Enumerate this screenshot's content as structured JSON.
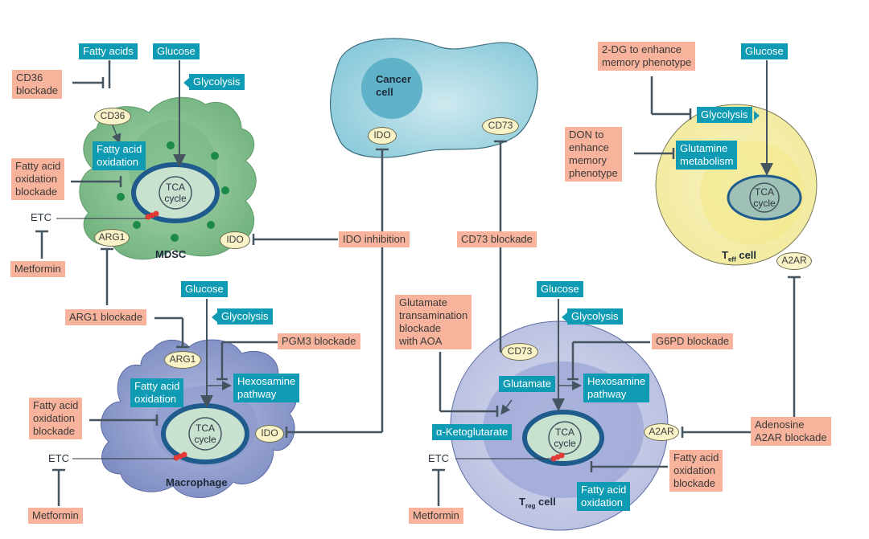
{
  "figure": {
    "colors": {
      "metabolite_box": "#0e9bb3",
      "therapy_box": "#f7b39b",
      "receptor_oval": "#fbf3c8",
      "connector": "#455560",
      "mdsc_cell": "#7fbf8a",
      "cancer_cell": "#a9d8e3",
      "macrophage_cell": "#8e9ccc",
      "treg_cell": "#c4c9e6",
      "teff_cell": "#f6f0b3",
      "mitochondrion": "#1f5b8c",
      "etc_complex": "#e53935"
    }
  },
  "cells": {
    "mdsc": {
      "name": "MDSC",
      "metabolites": {
        "fatty_acids": "Fatty acids",
        "glucose": "Glucose",
        "glycolysis": "Glycolysis",
        "fao": "Fatty acid\noxidation"
      },
      "receptors": {
        "cd36": "CD36",
        "arg1": "ARG1",
        "ido": "IDO"
      },
      "tca": "TCA\ncycle",
      "etc": "ETC",
      "therapies": {
        "cd36": "CD36\nblockade",
        "fao": "Fatty acid\noxidation\nblockade",
        "metformin": "Metformin"
      }
    },
    "cancer": {
      "name": "Cancer\ncell",
      "receptors": {
        "ido": "IDO",
        "cd73": "CD73"
      }
    },
    "teff": {
      "name": "T",
      "name_sub": "eff",
      "name_suffix": " cell",
      "metabolites": {
        "glucose": "Glucose",
        "glycolysis": "Glycolysis",
        "glutamine": "Glutamine\nmetabolism"
      },
      "receptors": {
        "a2ar": "A2AR"
      },
      "tca": "TCA\ncycle",
      "therapies": {
        "twodg": "2-DG to enhance\nmemory phenotype",
        "don": "DON to\nenhance\nmemory\nphenotype"
      }
    },
    "macrophage": {
      "name": "Macrophage",
      "metabolites": {
        "glucose": "Glucose",
        "glycolysis": "Glycolysis",
        "hexosamine": "Hexosamine\npathway",
        "fao": "Fatty acid\noxidation"
      },
      "receptors": {
        "arg1": "ARG1",
        "ido": "IDO"
      },
      "tca": "TCA\ncycle",
      "etc": "ETC",
      "therapies": {
        "arg1": "ARG1 blockade",
        "pgm3": "PGM3 blockade",
        "fao": "Fatty acid\noxidation\nblockade",
        "metformin": "Metformin"
      }
    },
    "treg": {
      "name": "T",
      "name_sub": "reg",
      "name_suffix": " cell",
      "metabolites": {
        "glucose": "Glucose",
        "glycolysis": "Glycolysis",
        "hexosamine": "Hexosamine\npathway",
        "glutamate": "Glutamate",
        "akg": "α-Ketoglutarate",
        "fao": "Fatty acid\noxidation"
      },
      "receptors": {
        "cd73": "CD73",
        "a2ar": "A2AR"
      },
      "tca": "TCA\ncycle",
      "etc": "ETC",
      "therapies": {
        "aoa": "Glutamate\ntransamination\nblockade\nwith AOA",
        "g6pd": "G6PD blockade",
        "fao": "Fatty acid\noxidation\nblockade",
        "adenosine": "Adenosine\nA2AR blockade",
        "metformin": "Metformin"
      }
    }
  },
  "shared_therapies": {
    "ido": "IDO inhibition",
    "cd73": "CD73 blockade"
  }
}
